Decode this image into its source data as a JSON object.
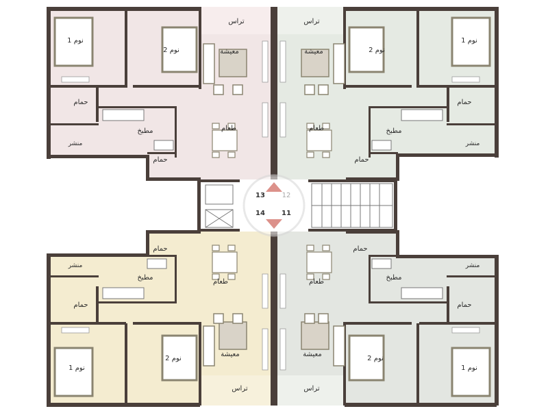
{
  "colors": {
    "unit_pink": "#f1e6e6",
    "unit_green": "#e5eae3",
    "unit_yellow": "#f4ecd0",
    "unit_grey": "#e3e6e1",
    "wall": "#4a3f3a",
    "terrace": "#f4f1ec",
    "bed": "#8a8470",
    "sofa": "#9b948c",
    "watermark": "#c0392b"
  },
  "units": [
    {
      "id": "top-left",
      "terrace": "تراس",
      "bedroom_1": "نوم 1",
      "bedroom_2": "نوم 2",
      "living": "معيشة",
      "bathroom": "حمام",
      "kitchen": "مطبخ",
      "dining": "طعام",
      "guest_bath": "حمام",
      "laundry": "منشر"
    },
    {
      "id": "top-right",
      "terrace": "تراس",
      "bedroom_1": "نوم 1",
      "bedroom_2": "نوم 2",
      "living": "معيشة",
      "bathroom": "حمام",
      "kitchen": "مطبخ",
      "dining": "طعام",
      "guest_bath": "حمام",
      "laundry": "منشر"
    },
    {
      "id": "bottom-left",
      "terrace": "تراس",
      "bedroom_1": "نوم 1",
      "bedroom_2": "نوم 2",
      "living": "معيشة",
      "bathroom": "حمام",
      "kitchen": "مطبخ",
      "dining": "طعام",
      "guest_bath": "حمام",
      "laundry": "منشر"
    },
    {
      "id": "bottom-right",
      "terrace": "تراس",
      "bedroom_1": "نوم 1",
      "bedroom_2": "نوم 2",
      "living": "معيشة",
      "bathroom": "حمام",
      "kitchen": "مطبخ",
      "dining": "طعام",
      "guest_bath": "حمام",
      "laundry": "منشر"
    }
  ],
  "apartment_numbers": {
    "top_left": "13",
    "top_right": "12",
    "bottom_left": "14",
    "bottom_right": "11"
  }
}
